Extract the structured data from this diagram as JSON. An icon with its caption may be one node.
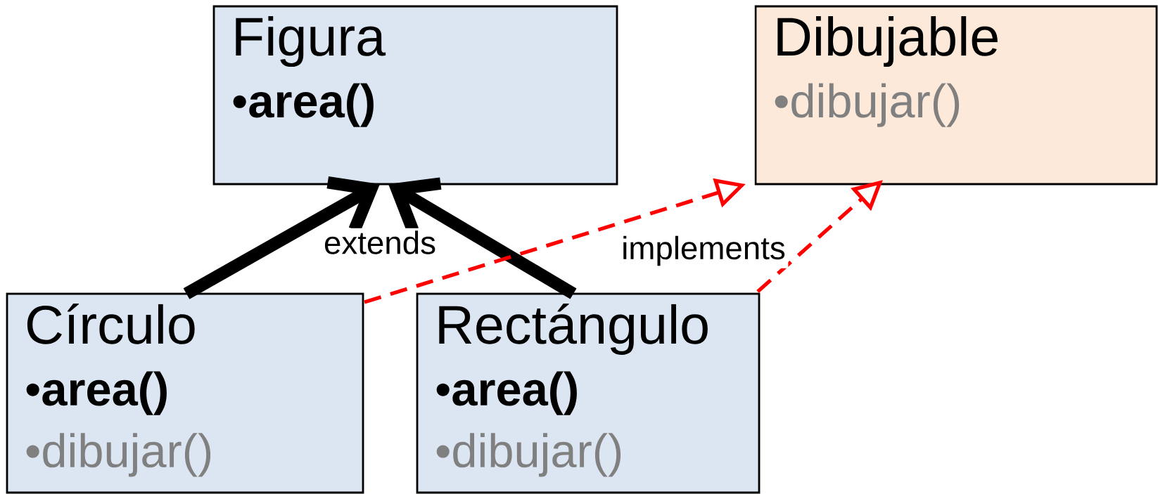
{
  "diagram": {
    "nodes": [
      {
        "text": [
          "Figura",
          "•**area()**"
        ]
      },
      {
        "text": [
          "Círculo",
          "•**area()**",
          "•dibujar()"
        ]
      },
      {
        "text": [
          "Rectángulo",
          "•**area()**",
          "•dibujar()"
        ]
      },
      {
        "text": [
          "Dibujable",
          "•dibujar()"
        ]
      }
    ],
    "edges": [
      {
        "from": 1,
        "to": 0,
        "arrow": "to",
        "style": "thick"
      },
      {
        "from": 2,
        "to": 0,
        "arrow": "to",
        "style": "thick"
      },
      {
        "from": 1,
        "to": 3,
        "arrow": "to",
        "style": "dashed",
        "color": "#ff0000"
      },
      {
        "from": 2,
        "to": 3,
        "arrow": "to",
        "style": "dashed",
        "color": "#ff0000"
      }
    ],
    "labels": [
      "extends",
      "implements"
    ]
  }
}
